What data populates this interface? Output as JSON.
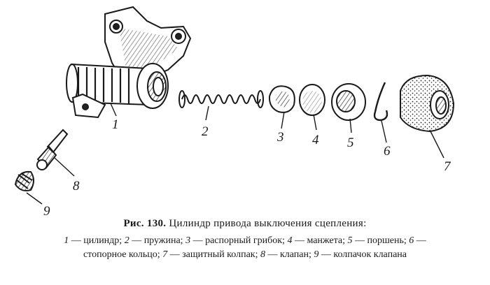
{
  "figure": {
    "part_labels": [
      "1",
      "2",
      "3",
      "4",
      "5",
      "6",
      "7",
      "8",
      "9"
    ]
  },
  "caption": {
    "prefix": "Рис. 130.",
    "title": "Цилиндр привода выключения сцепления:",
    "items": [
      {
        "n": "1",
        "text": "цилиндр;"
      },
      {
        "n": "2",
        "text": "пружина;"
      },
      {
        "n": "3",
        "text": "распорный грибок;"
      },
      {
        "n": "4",
        "text": "манжета;"
      },
      {
        "n": "5",
        "text": "поршень;"
      },
      {
        "n": "6",
        "text": "стопорное кольцо;"
      },
      {
        "n": "7",
        "text": "защитный колпак;"
      },
      {
        "n": "8",
        "text": "клапан;"
      },
      {
        "n": "9",
        "text": "колпачок клапана"
      }
    ]
  }
}
